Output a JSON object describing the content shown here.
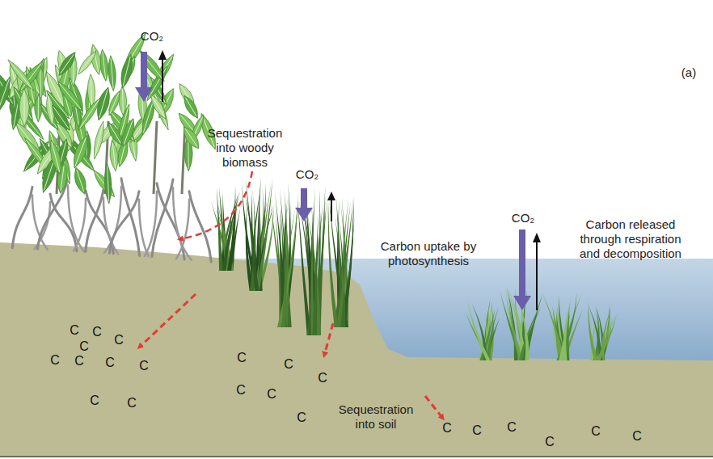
{
  "diagram": {
    "labels": [
      "CO₂",
      "(a)",
      "Sequestration into woody biomass",
      "CO₂",
      "CO₂",
      "Carbon uptake by photosynthesis",
      "Carbon released through respiration and decomposition",
      "C",
      "C",
      "C",
      "C",
      "C",
      "C",
      "C",
      "C",
      "C",
      "C",
      "C",
      "C",
      "C",
      "C",
      "C",
      "C",
      "Sequestration into soil",
      "C",
      "C",
      "C",
      "C",
      "C",
      "C"
    ]
  }
}
